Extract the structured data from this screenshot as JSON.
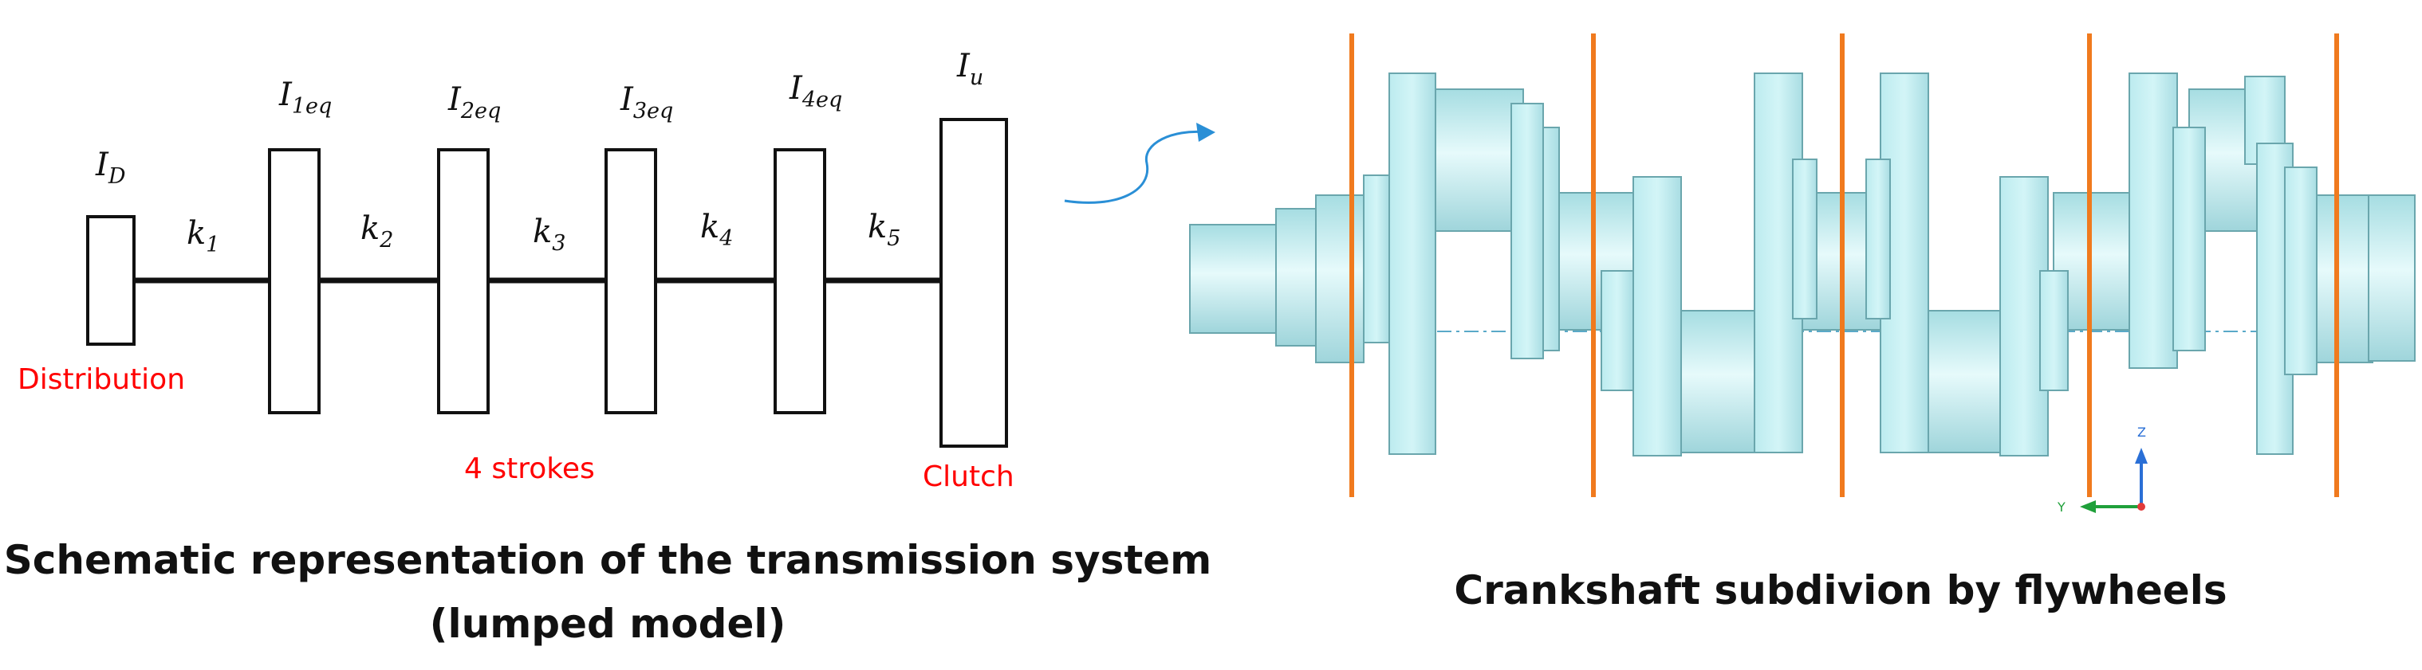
{
  "schematic": {
    "caption_line1": "Schematic representation of the transmission system",
    "caption_line2": "(lumped model)",
    "inertias": [
      {
        "base": "I",
        "sub": "D"
      },
      {
        "base": "I",
        "sub": "1eq"
      },
      {
        "base": "I",
        "sub": "2eq"
      },
      {
        "base": "I",
        "sub": "3eq"
      },
      {
        "base": "I",
        "sub": "4eq"
      },
      {
        "base": "I",
        "sub": "u"
      }
    ],
    "stiffnesses": [
      {
        "base": "k",
        "sub": "1"
      },
      {
        "base": "k",
        "sub": "2"
      },
      {
        "base": "k",
        "sub": "3"
      },
      {
        "base": "k",
        "sub": "4"
      },
      {
        "base": "k",
        "sub": "5"
      }
    ],
    "annotations": {
      "distribution": "Distribution",
      "strokes": "4 strokes",
      "clutch": "Clutch"
    },
    "annotation_color": "#ff0000"
  },
  "crankshaft": {
    "caption": "Crankshaft subdivion by flywheels",
    "body_color": "#bdeff2",
    "edge_color": "#5f9ea6",
    "divider_color": "#f07a1e",
    "axes": {
      "y": "Y",
      "z": "Z"
    }
  },
  "arrow_color": "#2a8fd6"
}
